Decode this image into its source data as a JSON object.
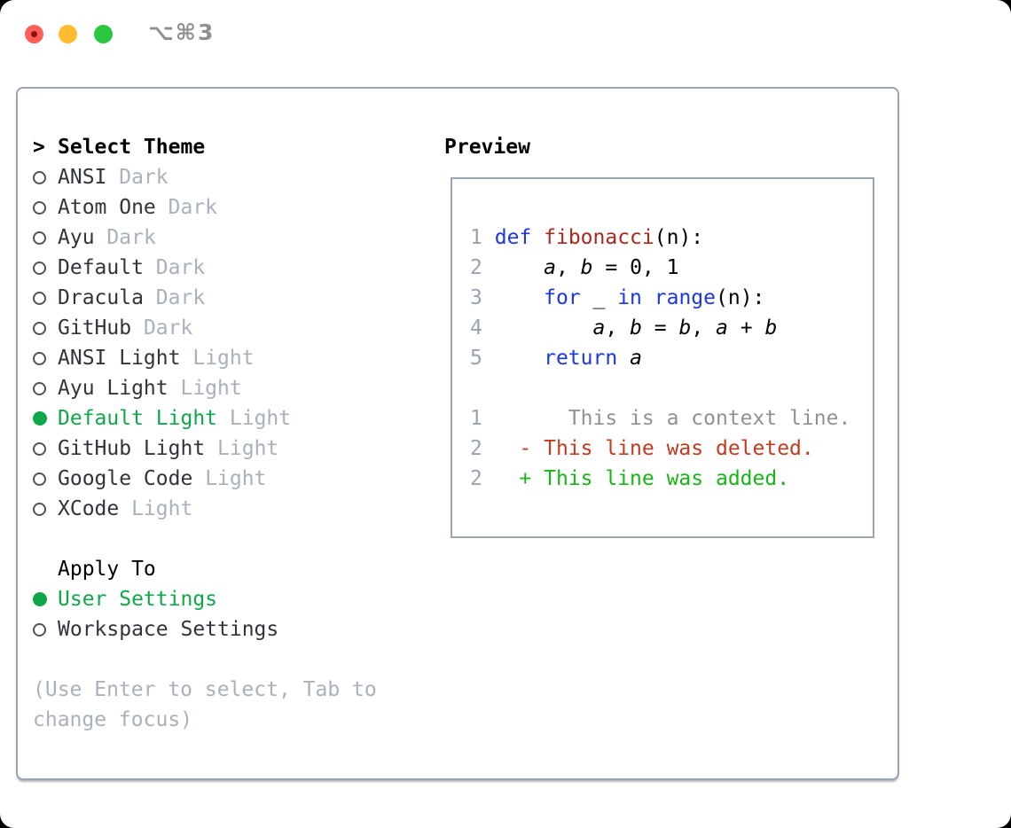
{
  "window": {
    "hotkey": "⌥⌘3"
  },
  "traffic_lights": {
    "close": "#ff5f57",
    "minimize": "#febc2e",
    "zoom": "#2ac840"
  },
  "theme_picker": {
    "prompt": ">",
    "title": "Select Theme",
    "items": [
      {
        "name": "ANSI",
        "variant": "Dark",
        "selected": false
      },
      {
        "name": "Atom One",
        "variant": "Dark",
        "selected": false
      },
      {
        "name": "Ayu",
        "variant": "Dark",
        "selected": false
      },
      {
        "name": "Default",
        "variant": "Dark",
        "selected": false
      },
      {
        "name": "Dracula",
        "variant": "Dark",
        "selected": false
      },
      {
        "name": "GitHub",
        "variant": "Dark",
        "selected": false
      },
      {
        "name": "ANSI Light",
        "variant": "Light",
        "selected": false
      },
      {
        "name": "Ayu Light",
        "variant": "Light",
        "selected": false
      },
      {
        "name": "Default Light",
        "variant": "Light",
        "selected": true
      },
      {
        "name": "GitHub Light",
        "variant": "Light",
        "selected": false
      },
      {
        "name": "Google Code",
        "variant": "Light",
        "selected": false
      },
      {
        "name": "XCode",
        "variant": "Light",
        "selected": false
      }
    ]
  },
  "apply_to": {
    "title": "Apply To",
    "options": [
      {
        "label": "User Settings",
        "selected": true
      },
      {
        "label": "Workspace Settings",
        "selected": false
      }
    ]
  },
  "hint": "(Use Enter to select, Tab to change focus)",
  "preview": {
    "title": "Preview",
    "code_lines": [
      {
        "num": "1",
        "tokens": [
          {
            "t": "def",
            "c": "kw"
          },
          {
            "t": " "
          },
          {
            "t": "fibonacci",
            "c": "fn"
          },
          {
            "t": "(n):"
          }
        ]
      },
      {
        "num": "2",
        "tokens": [
          {
            "t": "    "
          },
          {
            "t": "a",
            "c": "var"
          },
          {
            "t": ", "
          },
          {
            "t": "b",
            "c": "var"
          },
          {
            "t": " = 0, 1"
          }
        ]
      },
      {
        "num": "3",
        "tokens": [
          {
            "t": "    "
          },
          {
            "t": "for",
            "c": "kw"
          },
          {
            "t": " _ "
          },
          {
            "t": "in",
            "c": "kw"
          },
          {
            "t": " "
          },
          {
            "t": "range",
            "c": "kw"
          },
          {
            "t": "(n):"
          }
        ]
      },
      {
        "num": "4",
        "tokens": [
          {
            "t": "        "
          },
          {
            "t": "a",
            "c": "var"
          },
          {
            "t": ", "
          },
          {
            "t": "b",
            "c": "var"
          },
          {
            "t": " = "
          },
          {
            "t": "b",
            "c": "var"
          },
          {
            "t": ", "
          },
          {
            "t": "a",
            "c": "var"
          },
          {
            "t": " + "
          },
          {
            "t": "b",
            "c": "var"
          }
        ]
      },
      {
        "num": "5",
        "tokens": [
          {
            "t": "    "
          },
          {
            "t": "return",
            "c": "kw"
          },
          {
            "t": " "
          },
          {
            "t": "a",
            "c": "var"
          }
        ]
      },
      {
        "num": "",
        "tokens": []
      },
      {
        "num": "1",
        "tokens": [
          {
            "t": "      This is a context line.",
            "c": "ctx"
          }
        ]
      },
      {
        "num": "2",
        "tokens": [
          {
            "t": "  - This line was deleted.",
            "c": "del"
          }
        ]
      },
      {
        "num": "2",
        "tokens": [
          {
            "t": "  + This line was added.",
            "c": "add"
          }
        ]
      }
    ]
  },
  "colors": {
    "selection_green": "#10a74a",
    "added_green": "#17b517",
    "deleted_red": "#c33a1e",
    "keyword_blue": "#1b36e6",
    "function_red": "#a9291d",
    "muted_gray": "#a9b1bc",
    "line_number_gray": "#98a3b0",
    "border_gray": "#9aa4b0"
  }
}
